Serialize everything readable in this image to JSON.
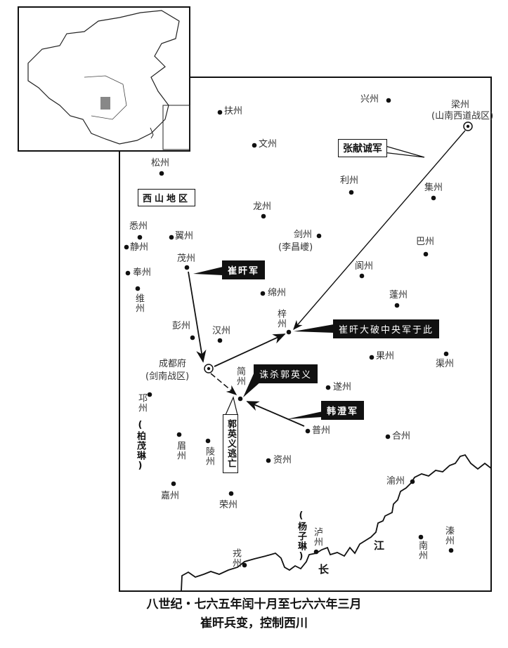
{
  "title": {
    "line1": "八世纪・七六五年闰十月至七六六年三月",
    "line2": "崔旰兵变，控制西川"
  },
  "places": {
    "fuzhou": "扶州",
    "xingzhou": "兴州",
    "liangzhou": "梁州",
    "liangzhou_note": "(山南西道战区)",
    "wenzhou": "文州",
    "songzhou": "松州",
    "lizhou": "利州",
    "jizhou": "集州",
    "longzhou": "龙州",
    "xizhou": "悉州",
    "yizhou": "翼州",
    "jianzhou_n": "剑州",
    "jianzhou_note": "(李昌巙)",
    "bazhou": "巴州",
    "jingzhou": "静州",
    "maozhou": "茂州",
    "fengzhou": "奉州",
    "langzhou": "阆州",
    "weizhou": "维州",
    "mianzhou": "绵州",
    "pengzhou_e": "蓬州",
    "zizhou": "梓州",
    "pengzhou": "彭州",
    "hanzhou": "汉州",
    "guozhou": "果州",
    "quzhou": "渠州",
    "chengdu": "成都府",
    "chengdu_note": "(剑南战区)",
    "jianzhou": "简州",
    "suizhou": "遂州",
    "qiongzhou": "邛州",
    "qiongzhou_note": "(柏茂琳)",
    "puzhou": "普州",
    "hezhou": "合州",
    "meizhou": "眉州",
    "lingzhou": "陵州",
    "zizhou_s": "资州",
    "yuzhou": "渝州",
    "jiazhou": "嘉州",
    "rongzhou": "荣州",
    "luzhou_note": "(杨子琳)",
    "luzhou": "泸州",
    "nanzhou": "南州",
    "qinzhou": "溱州",
    "rongzhou_s": "戎州",
    "xishan": "西山地区"
  },
  "callouts": {
    "zhang": "张献诚军",
    "cui": "崔旰军",
    "victory": "崔旰大破中央军于此",
    "kill": "诛杀郭英义",
    "han": "韩澄军",
    "flee": "郭英义逃亡"
  },
  "river": {
    "chang": "长",
    "jiang": "江"
  }
}
